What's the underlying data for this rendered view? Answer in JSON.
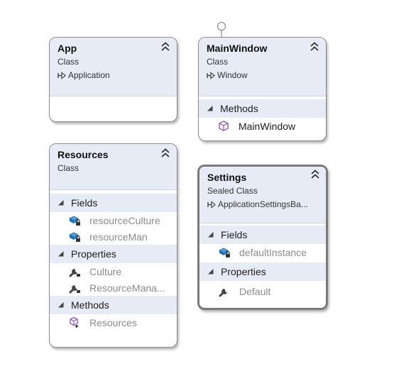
{
  "classes": {
    "app": {
      "name": "App",
      "kind": "Class",
      "base": "Application"
    },
    "mainwindow": {
      "name": "MainWindow",
      "kind": "Class",
      "base": "Window",
      "methods_label": "Methods",
      "methods": [
        "MainWindow"
      ]
    },
    "resources": {
      "name": "Resources",
      "kind": "Class",
      "fields_label": "Fields",
      "fields": [
        "resourceCulture",
        "resourceMan"
      ],
      "properties_label": "Properties",
      "properties": [
        "Culture",
        "ResourceMana..."
      ],
      "methods_label": "Methods",
      "methods": [
        "Resources"
      ]
    },
    "settings": {
      "name": "Settings",
      "kind": "Sealed Class",
      "base": "ApplicationSettingsBa...",
      "fields_label": "Fields",
      "fields": [
        "defaultInstance"
      ],
      "properties_label": "Properties",
      "properties": [
        "Default"
      ]
    }
  },
  "colors": {
    "header_bg": "#e6ebf6",
    "border": "#8a8a8a",
    "selected_border": "#7a7a7a",
    "method_icon": "#9b4fb0",
    "field_icon": "#1f6fb2"
  },
  "icons": {
    "collapse": "double-chevron-up-icon",
    "inherits": "inheritance-arrow-icon",
    "section_toggle": "triangle-expanded-icon",
    "method": "method-cube-icon",
    "field": "field-icon",
    "property": "wrench-icon",
    "interface": "lollipop-interface-icon"
  }
}
